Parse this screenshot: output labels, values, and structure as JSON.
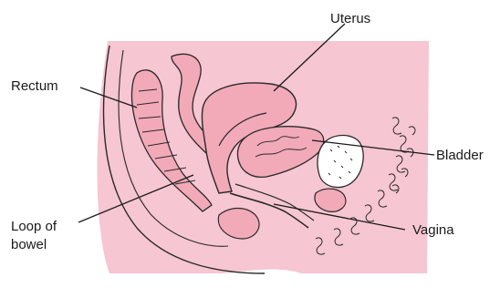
{
  "labels": {
    "uterus": "Uterus",
    "rectum": "Rectum",
    "bladder": "Bladder",
    "loop_of_bowel_line1": "Loop of",
    "loop_of_bowel_line2": "bowel",
    "vagina": "Vagina"
  },
  "colors": {
    "background_tissue": "#f6c6d2",
    "organ_pink": "#f2a9b8",
    "outline": "#2a2a2a",
    "leader_line": "#1a1a1a"
  }
}
